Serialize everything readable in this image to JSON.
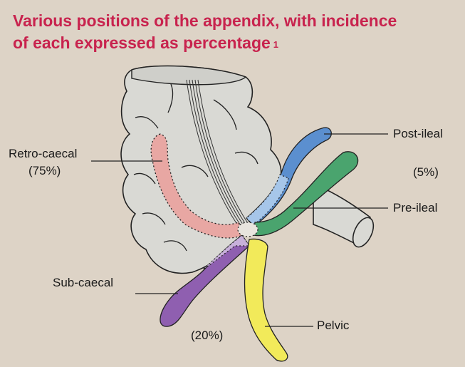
{
  "title": {
    "line1": "Various positions of the appendix, with incidence",
    "line2": "of each expressed as percentage",
    "footnote": "1"
  },
  "labels": {
    "retro_caecal": "Retro-caecal",
    "retro_caecal_pct": "(75%)",
    "post_ileal": "Post-ileal",
    "post_ileal_pct": "(5%)",
    "pre_ileal": "Pre-ileal",
    "sub_caecal": "Sub-caecal",
    "pelvic": "Pelvic",
    "pelvic_sub_pct": "(20%)"
  },
  "colors": {
    "title": "#c8234e",
    "background": "#ddd3c6",
    "caecum": "#d9d9d4",
    "retro_caecal": "#e8a7a3",
    "post_ileal": "#5b8fcf",
    "pre_ileal": "#4aa46e",
    "sub_caecal": "#8f5fb0",
    "pelvic": "#f2ea5a"
  }
}
